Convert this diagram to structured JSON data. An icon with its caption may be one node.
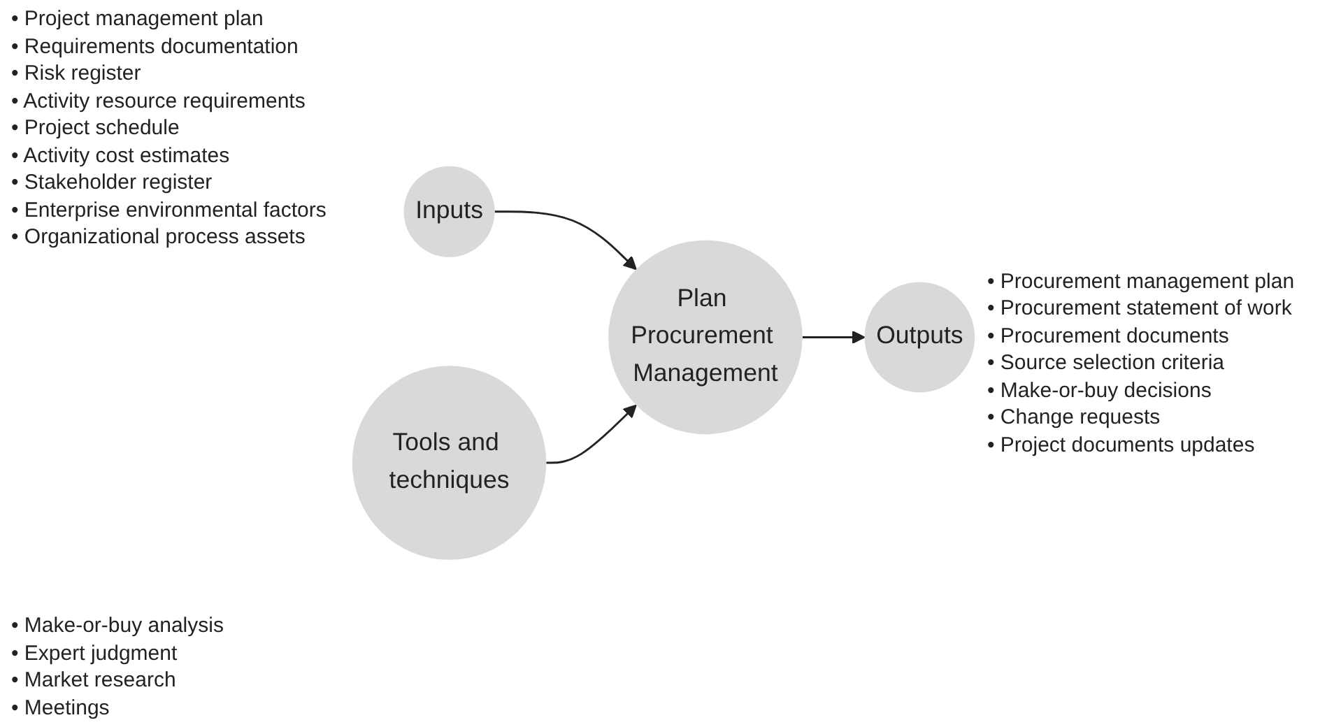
{
  "diagram": {
    "nodes": [
      {
        "text": [
          "Inputs"
        ],
        "beside": [
          "• Project management plan",
          "• Requirements documentation",
          "• Risk register",
          "• Activity resource requirements",
          "• Project schedule",
          "• Activity cost estimates",
          "• Stakeholder register",
          "• Enterprise environmental factors",
          "• Organizational process assets"
        ]
      },
      {
        "text": [
          "Tools and techniques"
        ],
        "beside": [
          "• Make-or-buy analysis",
          "• Expert judgment",
          "• Market research",
          "• Meetings"
        ]
      },
      {
        "text": [
          "Plan Procurement Management"
        ]
      },
      {
        "text": [
          "Outputs"
        ],
        "beside": [
          "• Procurement management plan",
          "• Procurement statement of work",
          "• Procurement documents",
          "• Source selection criteria",
          "• Make-or-buy decisions",
          "• Change requests",
          "• Project documents updates"
        ]
      }
    ],
    "edges": [
      {
        "from": 0,
        "to": 2,
        "arrow": "to"
      },
      {
        "from": 1,
        "to": 2,
        "arrow": "to"
      },
      {
        "from": 2,
        "to": 3,
        "arrow": "to"
      }
    ]
  }
}
